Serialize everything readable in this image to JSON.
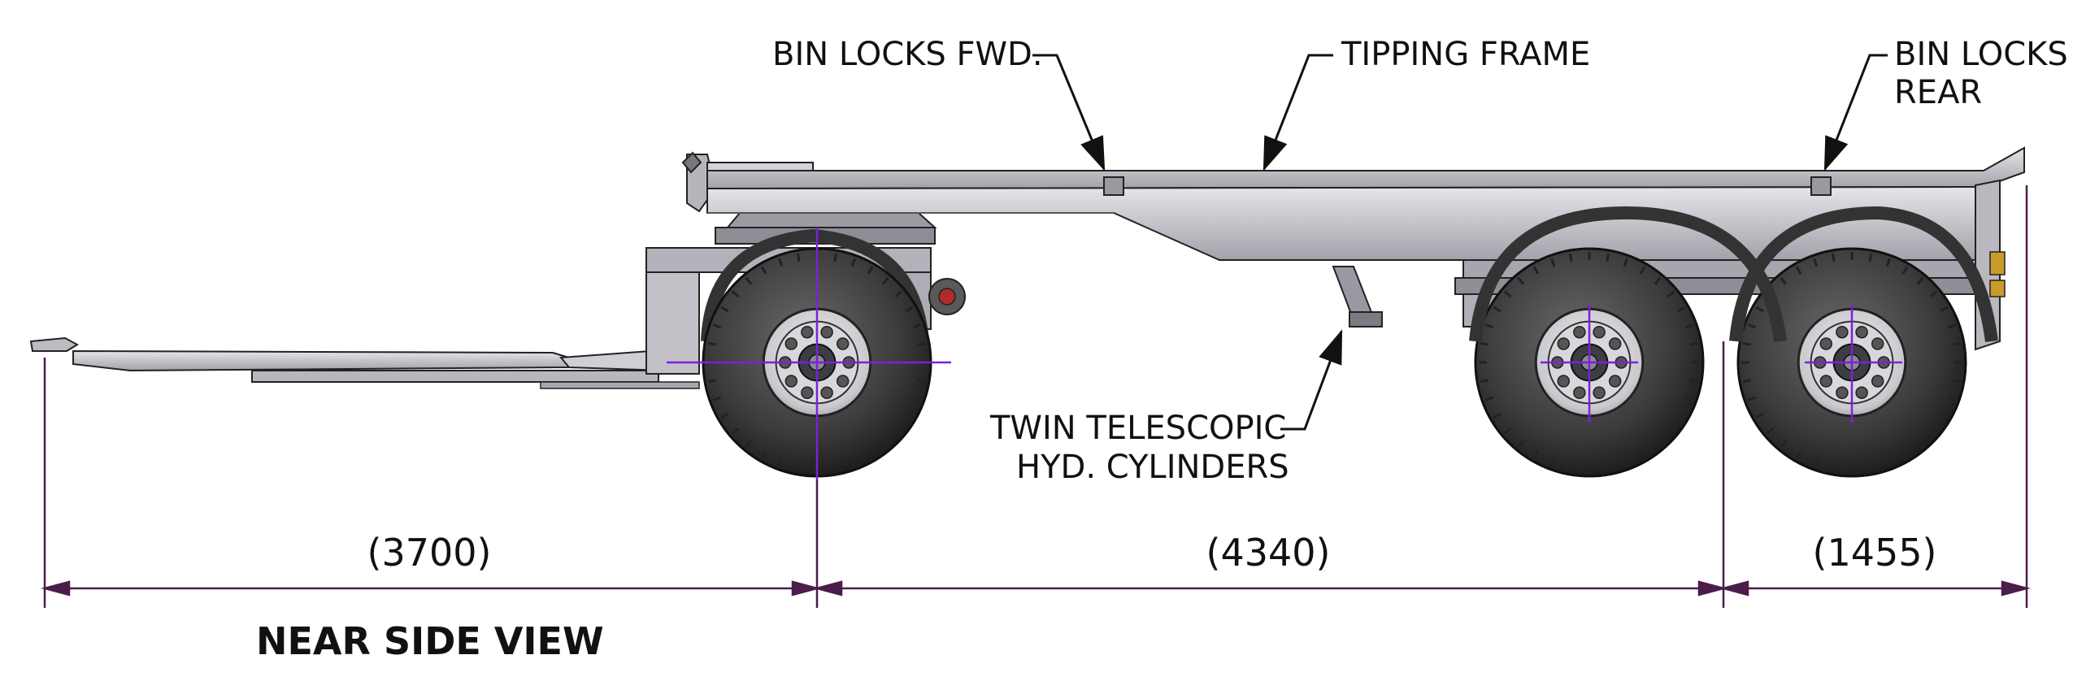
{
  "callouts": {
    "bin_locks_fwd": "BIN LOCKS FWD.",
    "tipping_frame": "TIPPING FRAME",
    "bin_locks_rear_1": "BIN LOCKS",
    "bin_locks_rear_2": "REAR",
    "cylinders_1": "TWIN TELESCOPIC",
    "cylinders_2": "HYD. CYLINDERS"
  },
  "dimensions": {
    "drawbar_to_front_axle": "(3700)",
    "front_to_rear_axle": "(4340)",
    "rear_axle_to_end": "(1455)"
  },
  "view_title": "NEAR SIDE VIEW",
  "colors": {
    "frame_fill": "#c9c8cf",
    "frame_dark": "#8e8d96",
    "tyre": "#3a3a3a",
    "dimension_line": "#4a1d4a",
    "centerline": "#7a22d6"
  }
}
